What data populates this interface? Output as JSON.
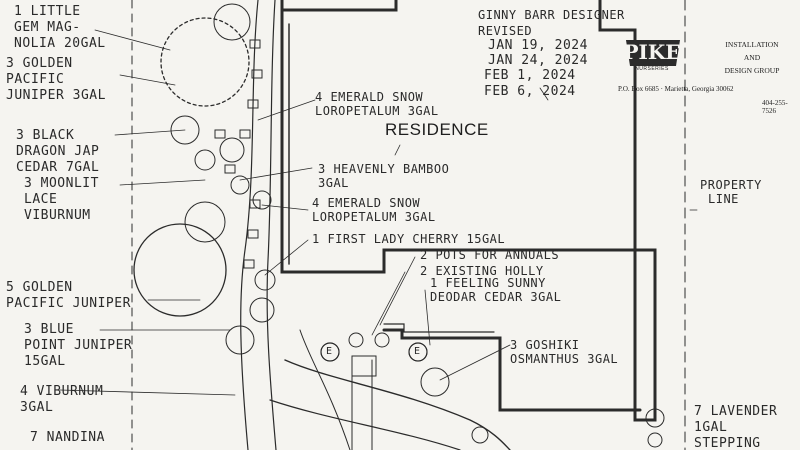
{
  "designer": {
    "name_line": "GINNY BARR  DESIGNER",
    "revised_label": "REVISED",
    "dates": [
      "JAN 19, 2024",
      "JAN 24, 2024",
      "FEB 1, 2024",
      "FEB 6, 2024"
    ]
  },
  "company": {
    "logo": "PIKE",
    "logo_sub": "NURSERIES",
    "line1": "INSTALLATION",
    "line2": "AND",
    "line3": "DESIGN GROUP",
    "address": "P.O. Box 6685 · Marietta, Georgia 30062",
    "phone": "404-255-7526"
  },
  "residence_label": "RESIDENCE",
  "property_line": [
    "PROPERTY",
    "LINE"
  ],
  "left_labels": [
    {
      "lines": [
        "1 LITTLE",
        "GEM MAG-",
        "NOLIA 20GAL"
      ]
    },
    {
      "lines": [
        "3 GOLDEN",
        "PACIFIC",
        "JUNIPER 3GAL"
      ]
    },
    {
      "lines": [
        "3 BLACK",
        "DRAGON JAP",
        "CEDAR 7GAL"
      ]
    },
    {
      "lines": [
        "3 MOONLIT",
        "LACE",
        "VIBURNUM"
      ]
    },
    {
      "lines": [
        "5 GOLDEN",
        "PACIFIC JUNIPER"
      ]
    },
    {
      "lines": [
        "3 BLUE",
        "POINT JUNIPER",
        "15GAL"
      ]
    },
    {
      "lines": [
        "4 VIBURNUM",
        "3GAL"
      ]
    },
    {
      "lines": [
        "7 NANDINA"
      ]
    }
  ],
  "center_labels": [
    {
      "lines": [
        "4 EMERALD SNOW",
        "LOROPETALUM 3GAL"
      ]
    },
    {
      "lines": [
        "3 HEAVENLY BAMBOO",
        "3GAL"
      ]
    },
    {
      "lines": [
        "4 EMERALD SNOW",
        "LOROPETALUM 3GAL"
      ]
    },
    {
      "lines": [
        "1 FIRST LADY CHERRY 15GAL"
      ]
    },
    {
      "lines": [
        "2 POTS FOR ANNUALS"
      ]
    },
    {
      "lines": [
        "2 EXISTING HOLLY"
      ]
    },
    {
      "lines": [
        "1 FEELING SUNNY",
        "DEODAR CEDAR 3GAL"
      ]
    },
    {
      "lines": [
        "3 GOSHIKI",
        "OSMANTHUS 3GAL"
      ]
    }
  ],
  "right_labels": [
    {
      "lines": [
        "7 LAVENDER",
        "1GAL",
        "STEPPING"
      ]
    }
  ],
  "markers": [
    "E",
    "E"
  ]
}
